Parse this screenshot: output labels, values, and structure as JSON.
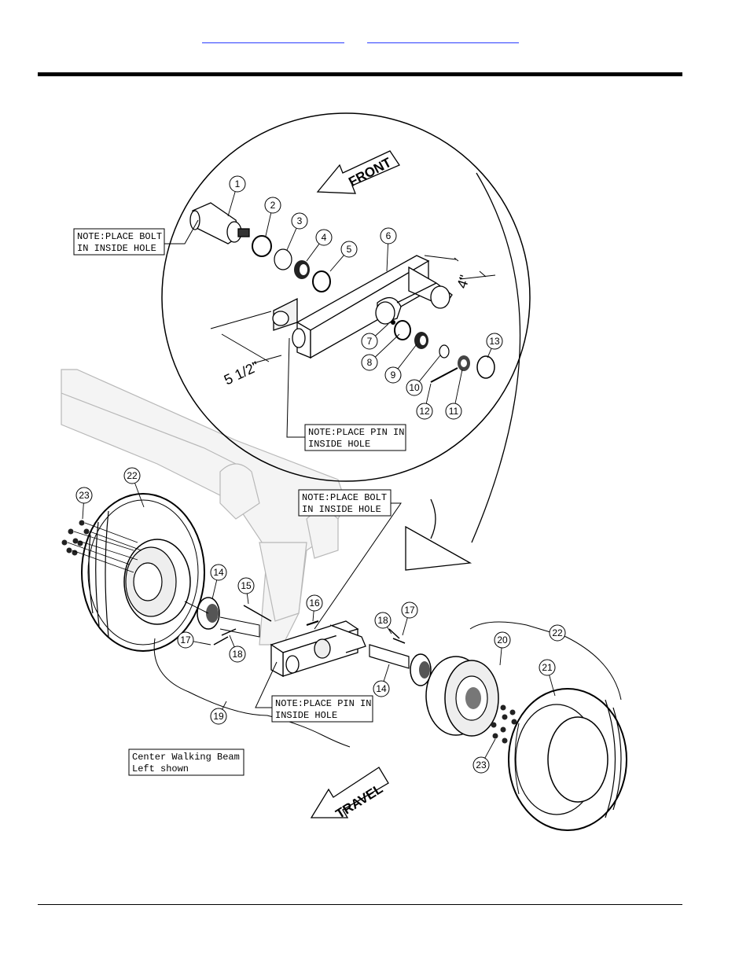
{
  "header": {
    "link1": "",
    "link2": ""
  },
  "diagram": {
    "direction_labels": {
      "front": "FRONT",
      "travel": "TRAVEL"
    },
    "dimensions": {
      "d1": "4\"",
      "d2": "5 1/2\""
    },
    "notes": {
      "bolt_top": [
        "NOTE:PLACE BOLT",
        "IN INSIDE HOLE"
      ],
      "pin_top": [
        "NOTE:PLACE PIN IN",
        "INSIDE HOLE"
      ],
      "bolt_mid": [
        "NOTE:PLACE BOLT",
        "IN INSIDE HOLE"
      ],
      "pin_bottom": [
        "NOTE:PLACE PIN IN",
        "INSIDE HOLE"
      ],
      "caption": [
        "Center Walking Beam",
        "Left shown"
      ]
    },
    "callouts": [
      "1",
      "2",
      "3",
      "4",
      "5",
      "6",
      "7",
      "8",
      "9",
      "10",
      "11",
      "12",
      "13",
      "14",
      "15",
      "16",
      "17",
      "18",
      "17",
      "18",
      "14",
      "19",
      "20",
      "21",
      "22",
      "22",
      "23",
      "23"
    ]
  }
}
